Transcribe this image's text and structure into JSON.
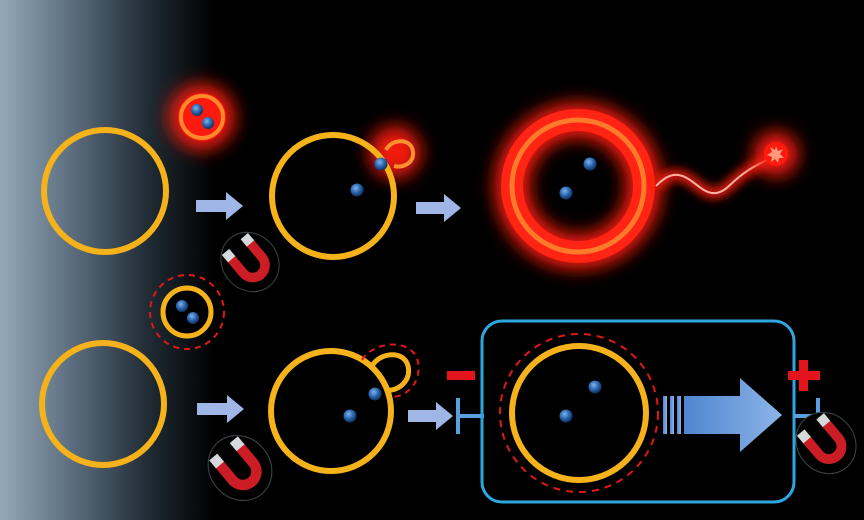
{
  "diagram": {
    "colors": {
      "vesicle_ring": "#f5b21b",
      "glow_red": "#ff1a10",
      "glow_ring": "#ff5a1e",
      "arrow": "#9fb6e6",
      "box_border": "#2fa6e0",
      "dashed_shell": "#e01818",
      "electrode": "#5aa0e0",
      "sign_red": "#e4141c",
      "particle": "#2a74c0",
      "magnet_red": "#cc1d24",
      "magnet_silver": "#cfd4d8"
    },
    "icons": [
      "magnet-icon",
      "arrow-right-icon",
      "minus-sign-icon",
      "plus-sign-icon",
      "electrode-icon"
    ],
    "rows": [
      {
        "name": "fluorescence-pathway",
        "steps": [
          "vesicle",
          "fusion",
          "glowing-vesicle-with-signal-tail"
        ]
      },
      {
        "name": "electrochemical-pathway",
        "steps": [
          "vesicle",
          "fusion",
          "vesicle-between-electrodes"
        ]
      }
    ]
  }
}
